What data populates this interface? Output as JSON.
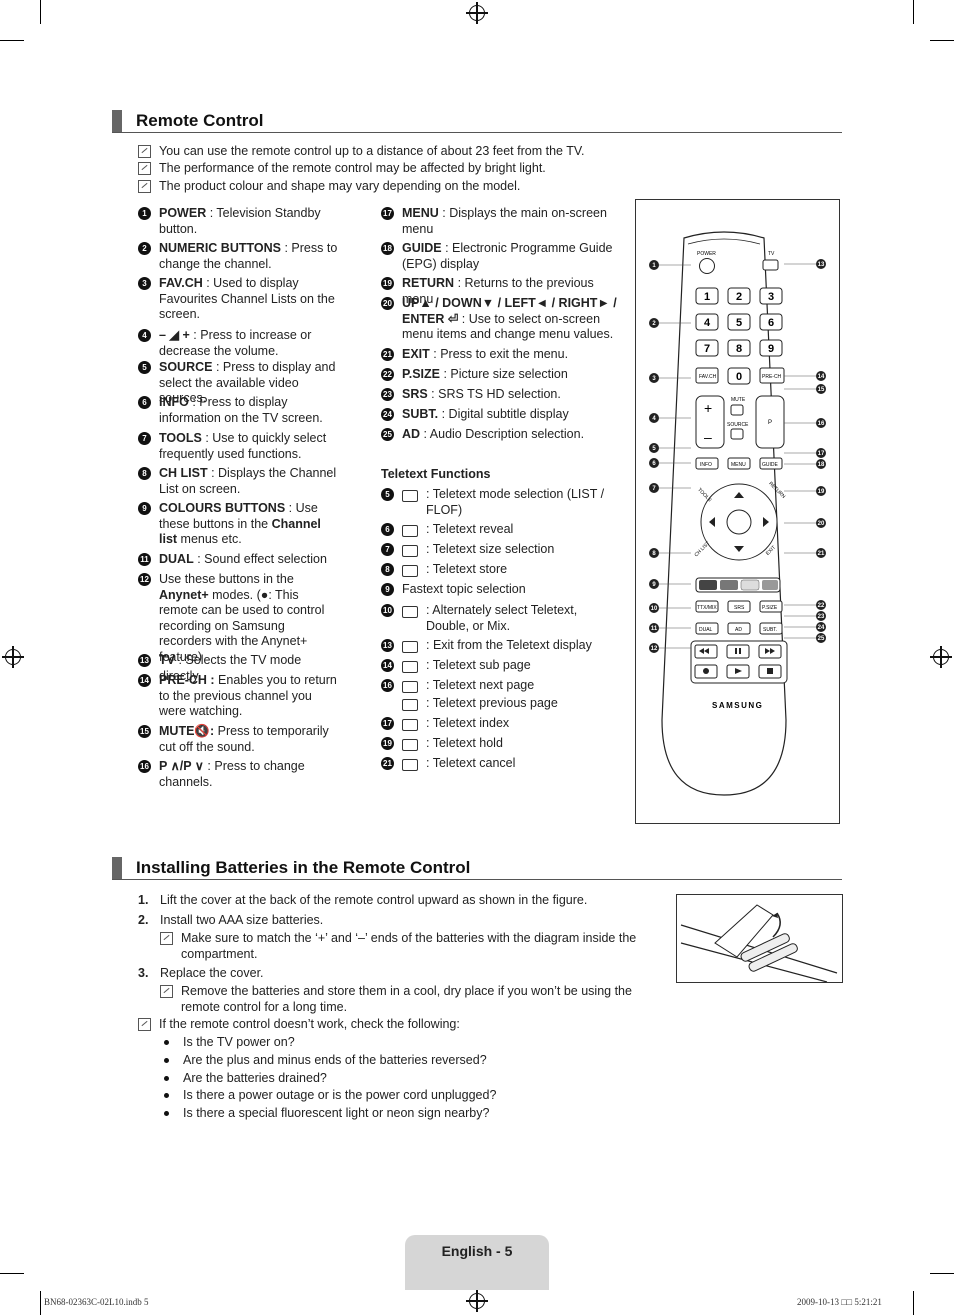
{
  "sections": {
    "remote_title": "Remote Control",
    "batteries_title": "Installing Batteries in the Remote Control"
  },
  "notes": [
    "You can use the remote control up to a distance of about 23 feet from the TV.",
    "The performance of the remote control may be affected by bright light.",
    "The product colour and shape may vary depending on the model."
  ],
  "col1": [
    {
      "n": "1",
      "b": "POWER",
      "t": " : Television Standby button."
    },
    {
      "n": "2",
      "b": "NUMERIC BUTTONS",
      "t": " : Press to change the channel."
    },
    {
      "n": "3",
      "b": "FAV.CH",
      "t": " : Used to display Favourites Channel Lists on the screen."
    },
    {
      "n": "4",
      "b": "– ◢ +",
      "t": " : Press to increase or decrease the volume."
    },
    {
      "n": "5",
      "b": "SOURCE",
      "t": " : Press to display and select the available video sources."
    },
    {
      "n": "6",
      "b": "INFO",
      "t": " : Press to display information on the TV screen."
    },
    {
      "n": "7",
      "b": "TOOLS",
      "t": " : Use to quickly select frequently used functions."
    },
    {
      "n": "8",
      "b": "CH LIST",
      "t": " : Displays the Channel List on screen."
    },
    {
      "n": "9",
      "b": "COLOURS BUTTONS",
      "t": " : Use these buttons in the Channel list menus etc."
    },
    {
      "n": "11",
      "b": "DUAL",
      "t": " : Sound effect selection"
    },
    {
      "n": "12",
      "b": "",
      "t": "Use these buttons in the Anynet+ modes. (●: This remote can be used to control recording on Samsung recorders with the Anynet+ feature)"
    },
    {
      "n": "13",
      "b": "TV",
      "t": " : Selects the TV mode directly."
    },
    {
      "n": "14",
      "b": "PRE-CH :",
      "t": " Enables you to return to the previous channel you were watching."
    },
    {
      "n": "15",
      "b": "MUTE🔇:",
      "t": " Press to temporarily cut off the sound."
    },
    {
      "n": "16",
      "b": "P ∧/P ∨",
      "t": " : Press to change channels."
    }
  ],
  "col2": [
    {
      "n": "17",
      "b": "MENU",
      "t": " : Displays the main on-screen menu"
    },
    {
      "n": "18",
      "b": "GUIDE",
      "t": " : Electronic Programme Guide (EPG) display"
    },
    {
      "n": "19",
      "b": "RETURN",
      "t": " : Returns to the previous menu"
    },
    {
      "n": "20",
      "b": "UP▲ / DOWN▼ / LEFT◄ / RIGHT► / ENTER ⏎",
      "t": " : Use to select on-screen menu items and change menu values."
    },
    {
      "n": "21",
      "b": "EXIT",
      "t": " : Press to exit the menu."
    },
    {
      "n": "22",
      "b": "P.SIZE",
      "t": " : Picture size selection"
    },
    {
      "n": "23",
      "b": "SRS",
      "t": " : SRS TS HD selection."
    },
    {
      "n": "24",
      "b": "SUBT.",
      "t": " : Digital subtitle display"
    },
    {
      "n": "25",
      "b": "AD",
      "t": " : Audio Description selection."
    }
  ],
  "teletext": {
    "heading": "Teletext Functions",
    "items": [
      {
        "n": "5",
        "t": ": Teletext mode selection (LIST / FLOF)"
      },
      {
        "n": "6",
        "t": ": Teletext reveal"
      },
      {
        "n": "7",
        "t": ": Teletext size selection"
      },
      {
        "n": "8",
        "t": ": Teletext store"
      },
      {
        "n": "9",
        "t": "Fastext topic selection"
      },
      {
        "n": "10",
        "t": ": Alternately select Teletext, Double, or Mix."
      },
      {
        "n": "13",
        "t": ": Exit from the Teletext display"
      },
      {
        "n": "14",
        "t": ": Teletext sub page"
      },
      {
        "n": "16",
        "t": ": Teletext next page"
      },
      {
        "n": "",
        "t": ": Teletext previous page"
      },
      {
        "n": "17",
        "t": ": Teletext index"
      },
      {
        "n": "19",
        "t": ": Teletext hold"
      },
      {
        "n": "21",
        "t": ": Teletext cancel"
      }
    ]
  },
  "remote": {
    "power": "POWER",
    "tv": "TV",
    "keys": [
      "1",
      "2",
      "3",
      "4",
      "5",
      "6",
      "7",
      "8",
      "9",
      "0"
    ],
    "favch": "FAV.CH",
    "prech": "PRE-CH",
    "mute": "MUTE",
    "source": "SOURCE",
    "p": "P",
    "info": "INFO",
    "menu": "MENU",
    "guide": "GUIDE",
    "tools": "TOOLS",
    "return": "RETURN",
    "chlist": "CH LIST",
    "exit": "EXIT",
    "ttx": "TTX/MIX",
    "srs": "SRS",
    "psize": "P.SIZE",
    "dual": "DUAL",
    "ad": "AD",
    "subt": "SUBT.",
    "brand": "SAMSUNG",
    "callouts_left": [
      "1",
      "2",
      "3",
      "4",
      "5",
      "6",
      "7",
      "8",
      "9",
      "10",
      "11",
      "12"
    ],
    "callouts_right": [
      "13",
      "14",
      "15",
      "16",
      "17",
      "18",
      "19",
      "20",
      "21",
      "22",
      "23",
      "24",
      "25"
    ]
  },
  "batteries": {
    "steps": [
      {
        "n": "1.",
        "t": "Lift the cover at the back of the remote control upward as shown in the figure."
      },
      {
        "n": "2.",
        "t": "Install two AAA size batteries."
      },
      {
        "n": "3.",
        "t": "Replace the cover."
      }
    ],
    "note2": "Make sure to match the ‘+’ and ‘–’ ends of the batteries with the diagram inside the compartment.",
    "note3": "Remove the batteries and store them in a cool, dry place if you won’t be using the remote control for a long time.",
    "note4": "If the remote control doesn’t work, check the following:",
    "checks": [
      "Is the TV power on?",
      "Are the plus and minus ends of the batteries reversed?",
      "Are the batteries drained?",
      "Is there a power outage or is the power cord unplugged?",
      "Is there a special fluorescent light or neon sign nearby?"
    ]
  },
  "footer": {
    "page": "English - 5",
    "slug_left": "BN68-02363C-02L10.indb   5",
    "slug_right": "2009-10-13   □□ 5:21:21"
  }
}
